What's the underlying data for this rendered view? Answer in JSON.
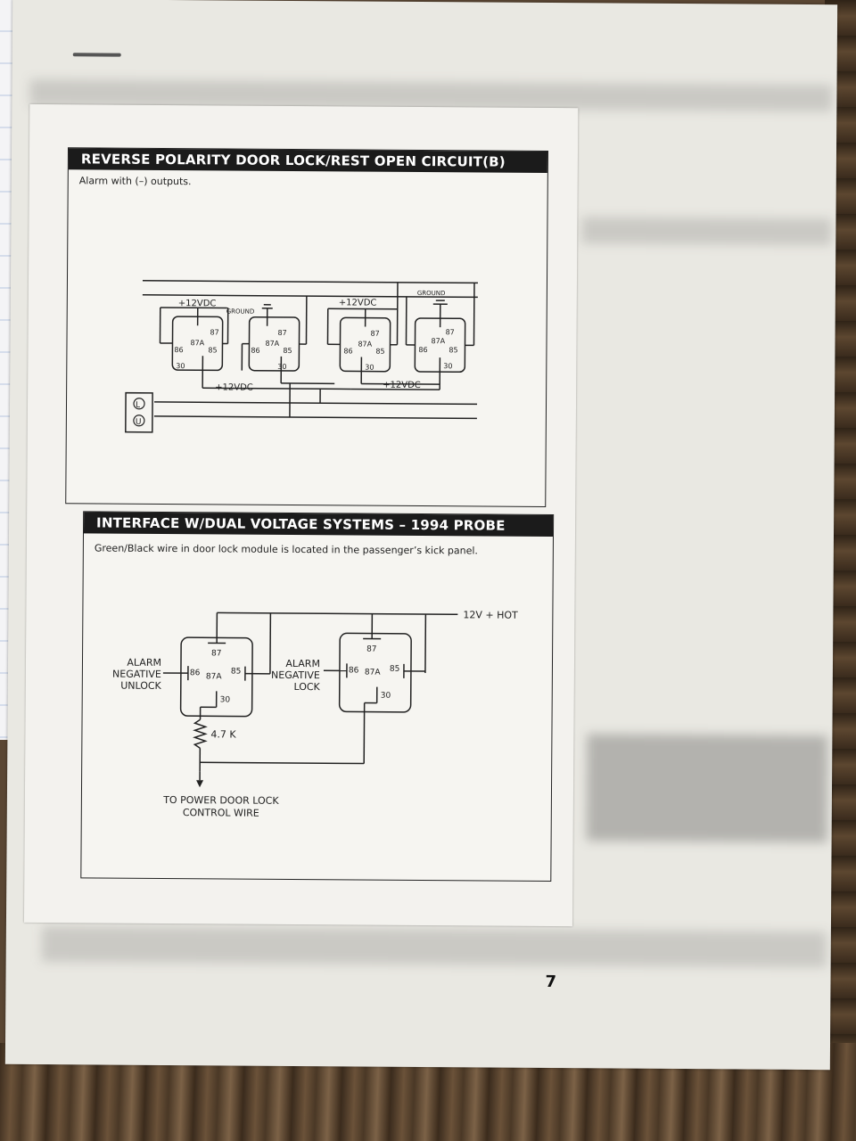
{
  "section1": {
    "title": "REVERSE POLARITY DOOR LOCK/REST OPEN CIRCUIT(B)",
    "subtitle": "Alarm with (–) outputs.",
    "labels": {
      "v12_top_left": "+12VDC",
      "ground_1": "GROUND",
      "v12_top_right": "+12VDC",
      "ground_2": "GROUND",
      "v12_bottom_left": "+12VDC",
      "v12_bottom_right": "+12VDC",
      "switch_lock": "L",
      "switch_unlock": "U"
    },
    "relay_pins": {
      "p87": "87",
      "p87a": "87A",
      "p86": "86",
      "p85": "85",
      "p30": "30"
    }
  },
  "section2": {
    "title": "INTERFACE W/DUAL VOLTAGE SYSTEMS – 1994 PROBE",
    "subtitle": "Green/Black wire in door lock module is located in the passenger’s kick panel.",
    "labels": {
      "hot": "12V + HOT",
      "alarm_unlock_1": "ALARM",
      "alarm_unlock_2": "NEGATIVE",
      "alarm_unlock_3": "UNLOCK",
      "alarm_lock_1": "ALARM",
      "alarm_lock_2": "NEGATIVE",
      "alarm_lock_3": "LOCK",
      "resistor": "4.7 K",
      "power_lock_1": "TO POWER DOOR LOCK",
      "power_lock_2": "CONTROL WIRE"
    },
    "relay_pins": {
      "p87": "87",
      "p87a": "87A",
      "p86": "86",
      "p85": "85",
      "p30": "30"
    }
  },
  "page_number": "7"
}
